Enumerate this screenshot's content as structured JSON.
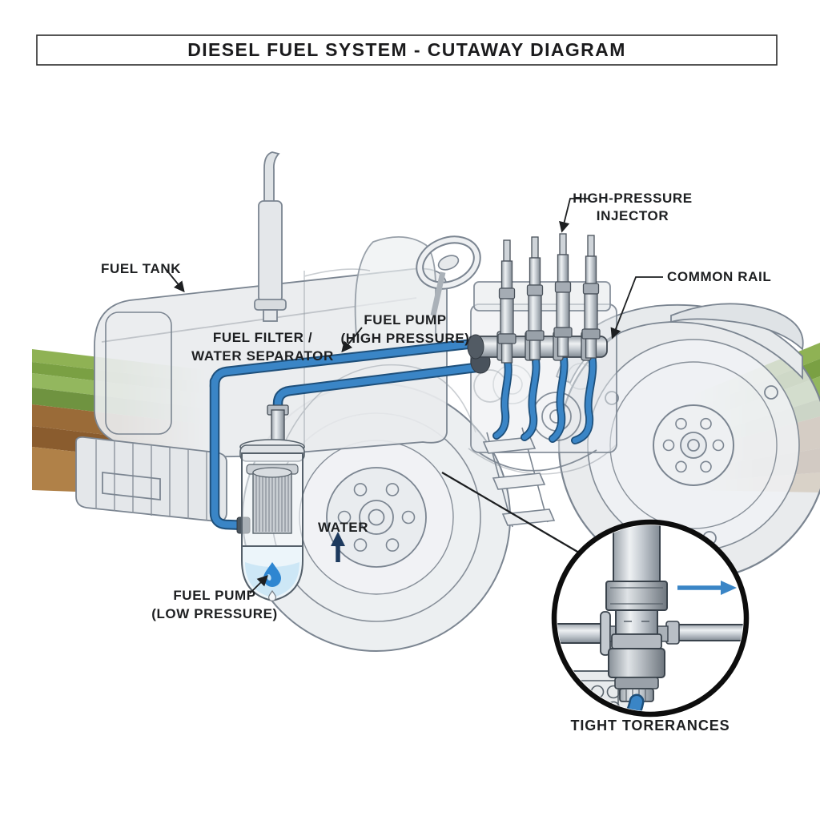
{
  "title": {
    "text": "DIESEL FUEL SYSTEM - CUTAWAY DIAGRAM"
  },
  "labels": {
    "fuel_tank": "FUEL TANK",
    "hp_injector_l1": "HIGH-PRESSURE",
    "hp_injector_l2": "INJECTOR",
    "common_rail": "COMMON RAIL",
    "fuel_filter_l1": "FUEL FILTER /",
    "fuel_filter_l2": "WATER SEPARATOR",
    "pump_hp_l1": "FUEL PUMP",
    "pump_hp_l2": "(HIGH PRESSURE)",
    "water": "WATER",
    "pump_lp_l1": "FUEL PUMP",
    "pump_lp_l2": "(LOW PRESSURE)",
    "inset_caption": "TIGHT TORERANCES"
  },
  "icons": {
    "water_drop_icon": "water-drop",
    "flow_arrow_icon": "right-arrow",
    "water_up_arrow_icon": "up-arrow"
  },
  "colors": {
    "fuel_line_blue": "#3a85c6",
    "fuel_line_edge": "#1e4f7a",
    "water_arrow_navy": "#1d3a5e",
    "water_drop_blue": "#2e86d1",
    "grass_greens": [
      "#8fb254",
      "#7aa043",
      "#93b75e",
      "#6f9340"
    ],
    "soil_browns": [
      "#9a6b38",
      "#8a5c2e",
      "#b08148"
    ],
    "body_fill": "#e9ecee",
    "body_outline": "#7b8591",
    "label_text": "#1d1f21",
    "inset_border": "#0d0d0d"
  }
}
